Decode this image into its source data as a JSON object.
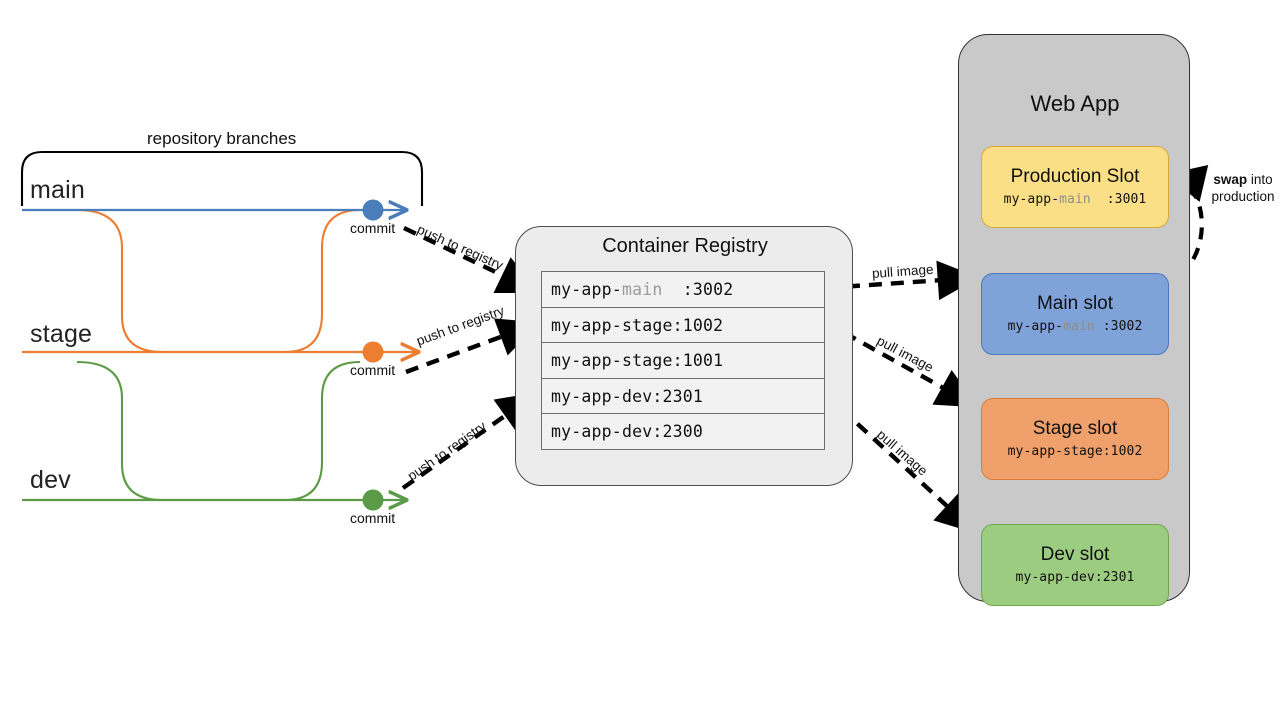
{
  "diagram": {
    "title": "CI/CD branch to container registry to web app slots",
    "repository": {
      "group_label": "repository branches",
      "branches": [
        {
          "name": "main",
          "color": "#4a7ebb",
          "commit_label": "commit",
          "push_label": "push to registry"
        },
        {
          "name": "stage",
          "color": "#ed7d31",
          "commit_label": "commit",
          "push_label": "push to registry"
        },
        {
          "name": "dev",
          "color": "#5b9a46",
          "commit_label": "commit",
          "push_label": "push to registry"
        }
      ]
    },
    "registry": {
      "title": "Container Registry",
      "images": [
        {
          "prefix": "my-app-",
          "branch": "main",
          "tag": "  :3002",
          "dim_branch": true
        },
        {
          "prefix": "my-app-",
          "branch": "stage",
          "tag": ":1002",
          "dim_branch": false
        },
        {
          "prefix": "my-app-",
          "branch": "stage",
          "tag": ":1001",
          "dim_branch": false
        },
        {
          "prefix": "my-app-",
          "branch": "dev",
          "tag": ":2301",
          "dim_branch": false
        },
        {
          "prefix": "my-app-",
          "branch": "dev",
          "tag": ":2300",
          "dim_branch": false
        }
      ]
    },
    "webapp": {
      "title": "Web App",
      "slots": [
        {
          "name": "Production Slot",
          "image_prefix": "my-app-",
          "image_branch": "main",
          "image_tag": "  :3001",
          "dim_branch": true,
          "fill": "#fbdf86",
          "stroke": "#d6a93a"
        },
        {
          "name": "Main slot",
          "image_prefix": "my-app-",
          "image_branch": "main",
          "image_tag": " :3002",
          "dim_branch": true,
          "fill": "#7fa3d8",
          "stroke": "#4d78bd"
        },
        {
          "name": "Stage slot",
          "image_prefix": "my-app-",
          "image_branch": "stage",
          "image_tag": ":1002",
          "dim_branch": false,
          "fill": "#f0a06a",
          "stroke": "#d97e38"
        },
        {
          "name": "Dev slot",
          "image_prefix": "my-app-",
          "image_branch": "dev",
          "image_tag": ":2301",
          "dim_branch": false,
          "fill": "#9ccc7f",
          "stroke": "#70a84f"
        }
      ]
    },
    "edges": {
      "pull_label": "pull image",
      "swap_label_bold": "swap",
      "swap_label_rest": " into production"
    }
  },
  "colors": {
    "main": "#4a7ebb",
    "stage": "#ed7d31",
    "dev": "#5b9a46",
    "panel_bg": "#c9c9c9",
    "registry_bg": "#ececec",
    "row_bg": "#f2f2f2",
    "dashed": "#000000"
  }
}
